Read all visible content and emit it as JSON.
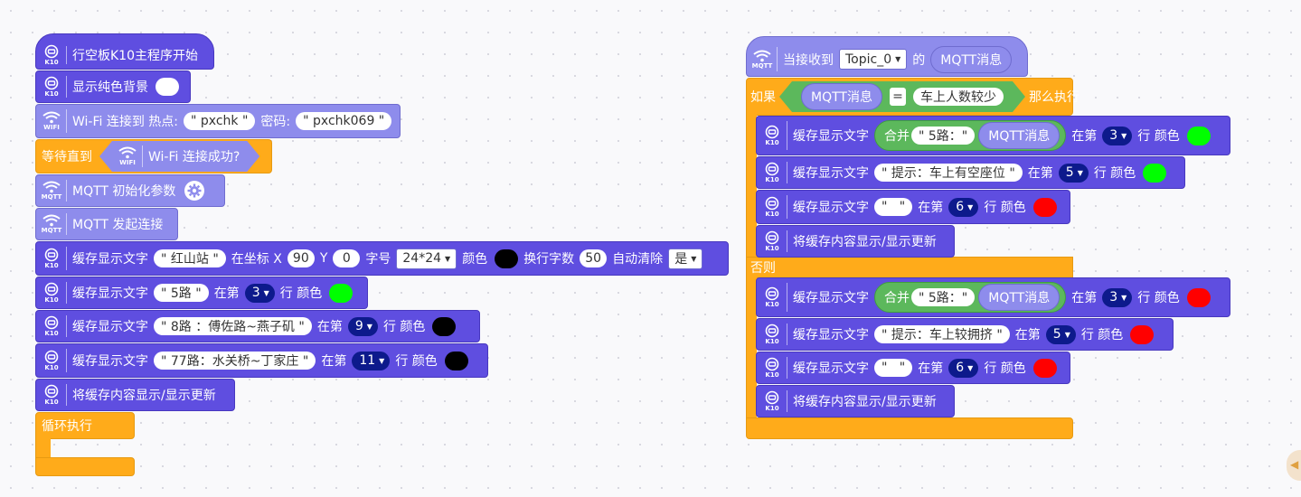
{
  "main_script": {
    "start": "行空板K10主程序开始",
    "bg": "显示纯色背景",
    "wifi_connect": {
      "label": "Wi-Fi 连接到 热点:",
      "ssid": "\" pxchk \"",
      "pwd_label": "密码:",
      "pwd": "\" pxchk069 \""
    },
    "wait_until": {
      "label": "等待直到",
      "cond": "Wi-Fi 连接成功?"
    },
    "mqtt_init": "MQTT 初始化参数",
    "mqtt_connect": "MQTT 发起连接",
    "cache_hongshan": {
      "label": "缓存显示文字",
      "text": "\" 红山站 \"",
      "pos_label": "在坐标 X",
      "x": "90",
      "y_label": "Y",
      "y": "0",
      "font_label": "字号",
      "font": "24*24",
      "color_label": "颜色",
      "color": "#000000",
      "wrap_label": "换行字数",
      "wrap": "50",
      "clear_label": "自动清除",
      "clear": "是"
    },
    "cache_5": {
      "label": "缓存显示文字",
      "text": "\" 5路 \"",
      "at": "在第",
      "row": "3",
      "row_label": "行 颜色",
      "color": "#00ff00"
    },
    "cache_8": {
      "label": "缓存显示文字",
      "text": "\" 8路 ：傅佐路~燕子矶 \"",
      "at": "在第",
      "row": "9",
      "row_label": "行 颜色",
      "color": "#000000"
    },
    "cache_77": {
      "label": "缓存显示文字",
      "text": "\" 77路：水关桥~丁家庄 \"",
      "at": "在第",
      "row": "11",
      "row_label": "行 颜色",
      "color": "#000000"
    },
    "flush": "将缓存内容显示/显示更新",
    "loop": "循环执行"
  },
  "icons": {
    "k10": "K10",
    "wifi": "WIFI",
    "mqtt": "MQTT"
  },
  "mqtt_script": {
    "hat": {
      "label": "当接收到",
      "topic": "Topic_0",
      "of": "的",
      "msg": "MQTT消息"
    },
    "if": {
      "label": "如果",
      "left": "MQTT消息",
      "op": "=",
      "right": "车上人数较少",
      "then": "那么执行"
    },
    "then_rows": [
      {
        "label": "缓存显示文字",
        "join": "合并",
        "text": "\" 5路：\"",
        "msg": "MQTT消息",
        "at": "在第",
        "row": "3",
        "row_label": "行 颜色",
        "color": "#00ff00"
      },
      {
        "label": "缓存显示文字",
        "text": "\" 提示：车上有空座位 \"",
        "at": "在第",
        "row": "5",
        "row_label": "行 颜色",
        "color": "#00ff00"
      },
      {
        "label": "缓存显示文字",
        "text": "\"   \"",
        "at": "在第",
        "row": "6",
        "row_label": "行 颜色",
        "color": "#ff0000"
      },
      {
        "label": "将缓存内容显示/显示更新"
      }
    ],
    "else": "否则",
    "else_rows": [
      {
        "label": "缓存显示文字",
        "join": "合并",
        "text": "\" 5路：\"",
        "msg": "MQTT消息",
        "at": "在第",
        "row": "3",
        "row_label": "行 颜色",
        "color": "#ff0000"
      },
      {
        "label": "缓存显示文字",
        "text": "\" 提示：车上较拥挤 \"",
        "at": "在第",
        "row": "5",
        "row_label": "行 颜色",
        "color": "#ff0000"
      },
      {
        "label": "缓存显示文字",
        "text": "\"   \"",
        "at": "在第",
        "row": "6",
        "row_label": "行 颜色",
        "color": "#ff0000"
      },
      {
        "label": "将缓存内容显示/显示更新"
      }
    ]
  },
  "colors": {
    "k10_block": "#5f4ee0",
    "wifi_block": "#8e8cec",
    "control_block": "#ffab1a",
    "logic_block": "#5cb85c",
    "dropdown": "#0d1a8c"
  }
}
